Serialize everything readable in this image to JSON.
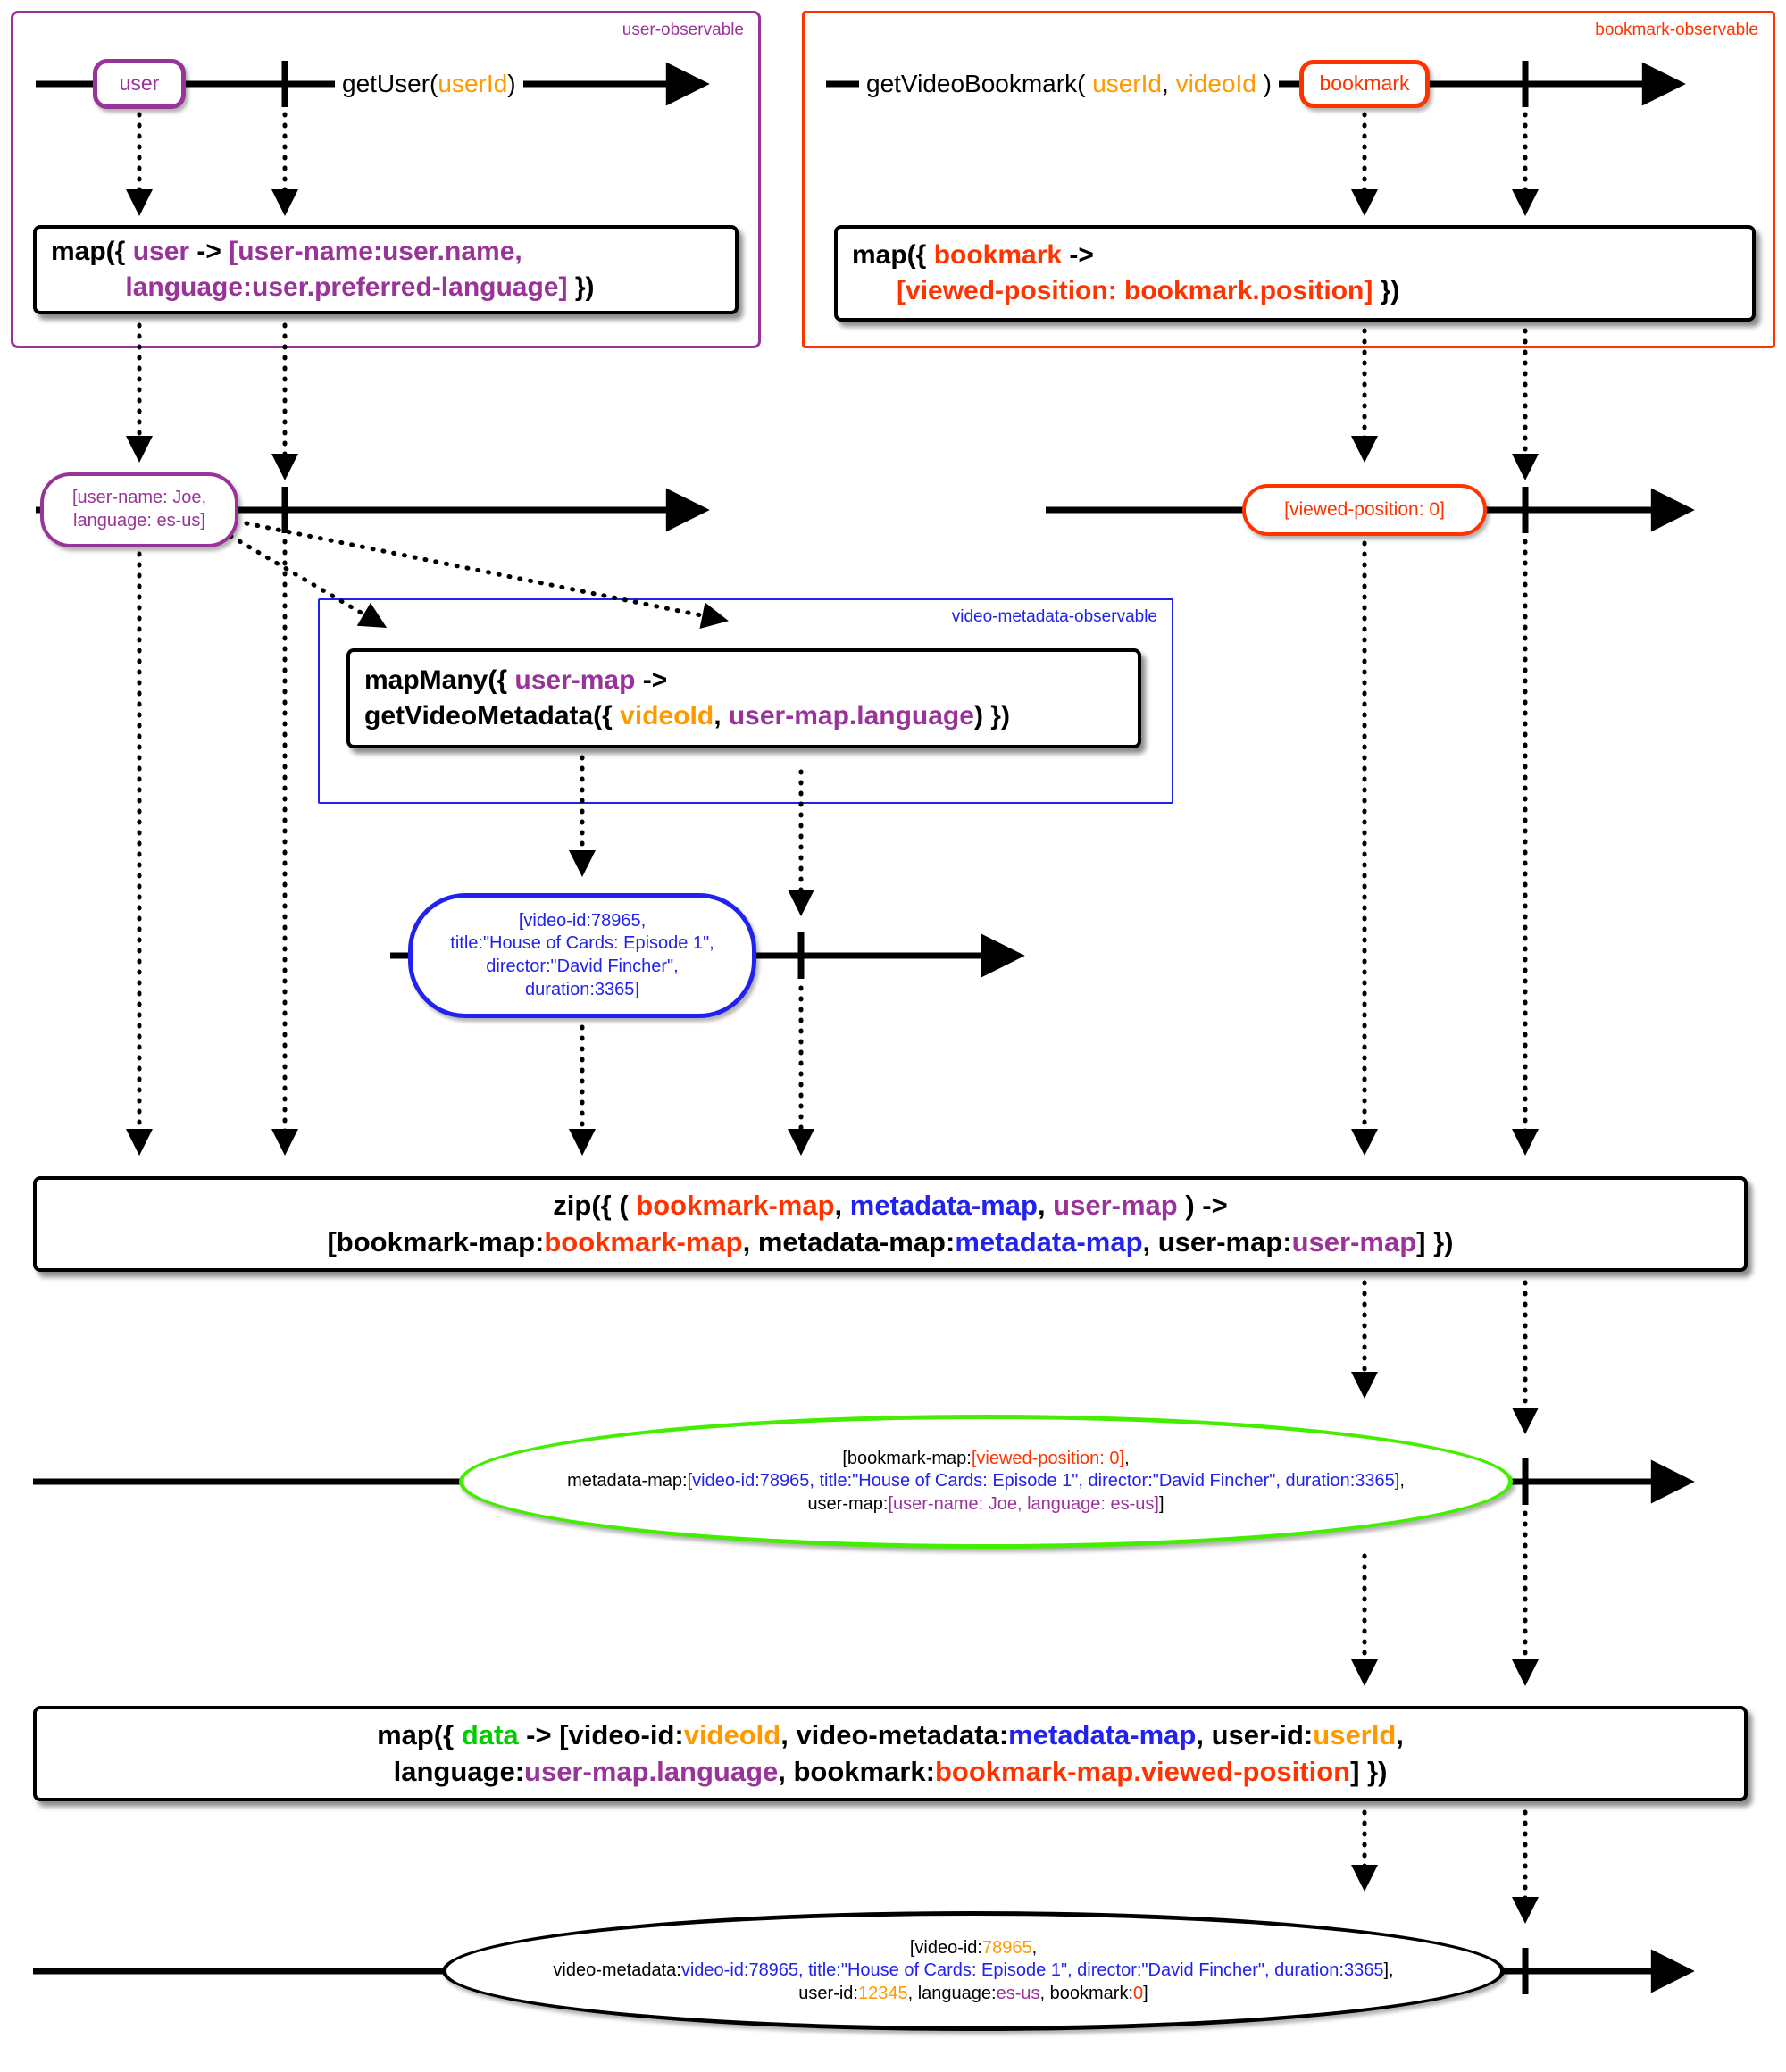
{
  "colors": {
    "purple": "#993399",
    "orange": "#FF9900",
    "red": "#FF3300",
    "blue": "#2222EE",
    "green": "#00CC00",
    "lime": "#44EE00",
    "black": "#000000"
  },
  "panels": {
    "user": {
      "label": "user-observable"
    },
    "bookmark": {
      "label": "bookmark-observable"
    },
    "video_metadata": {
      "label": "video-metadata-observable"
    }
  },
  "streams": {
    "get_user": [
      [
        {
          "t": "getUser(",
          "c": "black"
        },
        {
          "t": "userId",
          "c": "orange"
        },
        {
          "t": ")",
          "c": "black"
        }
      ]
    ],
    "get_video_bookmark": [
      [
        {
          "t": "getVideoBookmark( ",
          "c": "black"
        },
        {
          "t": "userId",
          "c": "orange"
        },
        {
          "t": ", ",
          "c": "black"
        },
        {
          "t": "videoId",
          "c": "orange"
        },
        {
          "t": " )",
          "c": "black"
        }
      ]
    ]
  },
  "operators": {
    "map_user": [
      [
        {
          "t": "map({ ",
          "c": "black"
        },
        {
          "t": "user",
          "c": "purple"
        },
        {
          "t": " -> ",
          "c": "black"
        },
        {
          "t": "[user-name:user.name,",
          "c": "purple"
        }
      ],
      [
        {
          "t": "          ",
          "c": "black"
        },
        {
          "t": "language:user.preferred-language]",
          "c": "purple"
        },
        {
          "t": " })",
          "c": "black"
        }
      ]
    ],
    "map_bookmark": [
      [
        {
          "t": "map({ ",
          "c": "black"
        },
        {
          "t": "bookmark",
          "c": "red"
        },
        {
          "t": " ->",
          "c": "black"
        }
      ],
      [
        {
          "t": "      ",
          "c": "black"
        },
        {
          "t": "[viewed-position: bookmark.position]",
          "c": "red"
        },
        {
          "t": " })",
          "c": "black"
        }
      ]
    ],
    "map_many": [
      [
        {
          "t": "mapMany({ ",
          "c": "black"
        },
        {
          "t": "user-map",
          "c": "purple"
        },
        {
          "t": " ->",
          "c": "black"
        }
      ],
      [
        {
          "t": "getVideoMetadata({ ",
          "c": "black"
        },
        {
          "t": "videoId",
          "c": "orange"
        },
        {
          "t": ", ",
          "c": "black"
        },
        {
          "t": "user-map.language",
          "c": "purple"
        },
        {
          "t": ") })",
          "c": "black"
        }
      ]
    ],
    "zip": [
      [
        {
          "t": "zip({ ( ",
          "c": "black"
        },
        {
          "t": "bookmark-map",
          "c": "red"
        },
        {
          "t": ", ",
          "c": "black"
        },
        {
          "t": "metadata-map",
          "c": "blue"
        },
        {
          "t": ", ",
          "c": "black"
        },
        {
          "t": "user-map",
          "c": "purple"
        },
        {
          "t": " ) ->",
          "c": "black"
        }
      ],
      [
        {
          "t": "[bookmark-map:",
          "c": "black"
        },
        {
          "t": "bookmark-map",
          "c": "red"
        },
        {
          "t": ", metadata-map:",
          "c": "black"
        },
        {
          "t": "metadata-map",
          "c": "blue"
        },
        {
          "t": ", user-map:",
          "c": "black"
        },
        {
          "t": "user-map",
          "c": "purple"
        },
        {
          "t": "] })",
          "c": "black"
        }
      ]
    ],
    "map_final": [
      [
        {
          "t": "map({ ",
          "c": "black"
        },
        {
          "t": "data",
          "c": "green"
        },
        {
          "t": " -> [video-id:",
          "c": "black"
        },
        {
          "t": "videoId",
          "c": "orange"
        },
        {
          "t": ", video-metadata:",
          "c": "black"
        },
        {
          "t": "metadata-map",
          "c": "blue"
        },
        {
          "t": ", user-id:",
          "c": "black"
        },
        {
          "t": "userId",
          "c": "orange"
        },
        {
          "t": ",",
          "c": "black"
        }
      ],
      [
        {
          "t": "language:",
          "c": "black"
        },
        {
          "t": "user-map.language",
          "c": "purple"
        },
        {
          "t": ", bookmark:",
          "c": "black"
        },
        {
          "t": "bookmark-map.viewed-position",
          "c": "red"
        },
        {
          "t": "] })",
          "c": "black"
        }
      ]
    ]
  },
  "marbles": {
    "user": "user",
    "bookmark": "bookmark",
    "user_map": [
      [
        {
          "t": "[user-name: Joe,",
          "c": "purple"
        }
      ],
      [
        {
          "t": "language: es-us]",
          "c": "purple"
        }
      ]
    ],
    "bookmark_map": [
      [
        {
          "t": "[viewed-position: 0]",
          "c": "red"
        }
      ]
    ],
    "video_metadata": [
      [
        {
          "t": "[video-id:78965,",
          "c": "blue"
        }
      ],
      [
        {
          "t": "title:\"House of Cards: Episode 1\",",
          "c": "blue"
        }
      ],
      [
        {
          "t": "director:\"David Fincher\",",
          "c": "blue"
        }
      ],
      [
        {
          "t": "duration:3365]",
          "c": "blue"
        }
      ]
    ],
    "zipped": [
      [
        {
          "t": "[bookmark-map:",
          "c": "black"
        },
        {
          "t": "[viewed-position: 0]",
          "c": "red"
        },
        {
          "t": ",",
          "c": "black"
        }
      ],
      [
        {
          "t": "metadata-map:",
          "c": "black"
        },
        {
          "t": "[video-id:78965, title:\"House of Cards: Episode 1\", director:\"David Fincher\", duration:3365]",
          "c": "blue"
        },
        {
          "t": ",",
          "c": "black"
        }
      ],
      [
        {
          "t": "user-map:",
          "c": "black"
        },
        {
          "t": "[user-name: Joe, language: es-us]",
          "c": "purple"
        },
        {
          "t": "]",
          "c": "black"
        }
      ]
    ],
    "final": [
      [
        {
          "t": "[video-id:",
          "c": "black"
        },
        {
          "t": "78965",
          "c": "orange"
        },
        {
          "t": ",",
          "c": "black"
        }
      ],
      [
        {
          "t": "video-metadata:",
          "c": "black"
        },
        {
          "t": "video-id:78965, title:\"House of Cards: Episode 1\", director:\"David Fincher\", duration:3365",
          "c": "blue"
        },
        {
          "t": "],",
          "c": "black"
        }
      ],
      [
        {
          "t": "user-id:",
          "c": "black"
        },
        {
          "t": "12345",
          "c": "orange"
        },
        {
          "t": ", language:",
          "c": "black"
        },
        {
          "t": "es-us",
          "c": "purple"
        },
        {
          "t": ", bookmark:",
          "c": "black"
        },
        {
          "t": "0",
          "c": "red"
        },
        {
          "t": "]",
          "c": "black"
        }
      ]
    ]
  }
}
